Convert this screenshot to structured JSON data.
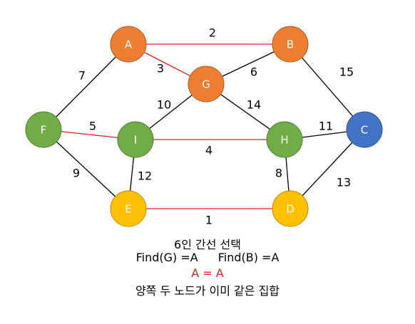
{
  "colors": {
    "orange": "#ED7D31",
    "green": "#70AD47",
    "blue": "#4472C4",
    "yellow": "#FFC000",
    "mst_edge": "#e02020",
    "edge": "#000000"
  },
  "nodes": [
    {
      "id": "A",
      "label": "A",
      "color": "orange"
    },
    {
      "id": "B",
      "label": "B",
      "color": "orange"
    },
    {
      "id": "G",
      "label": "G",
      "color": "orange"
    },
    {
      "id": "F",
      "label": "F",
      "color": "green"
    },
    {
      "id": "I",
      "label": "I",
      "color": "green"
    },
    {
      "id": "H",
      "label": "H",
      "color": "green"
    },
    {
      "id": "C",
      "label": "C",
      "color": "blue"
    },
    {
      "id": "E",
      "label": "E",
      "color": "yellow"
    },
    {
      "id": "D",
      "label": "D",
      "color": "yellow"
    }
  ],
  "edges": [
    {
      "from": "A",
      "to": "B",
      "weight": "2",
      "selected": true
    },
    {
      "from": "A",
      "to": "G",
      "weight": "3",
      "selected": true
    },
    {
      "from": "G",
      "to": "B",
      "weight": "6",
      "selected": false
    },
    {
      "from": "A",
      "to": "F",
      "weight": "7",
      "selected": false
    },
    {
      "from": "B",
      "to": "C",
      "weight": "15",
      "selected": false
    },
    {
      "from": "G",
      "to": "I",
      "weight": "10",
      "selected": false
    },
    {
      "from": "G",
      "to": "H",
      "weight": "14",
      "selected": false
    },
    {
      "from": "F",
      "to": "I",
      "weight": "5",
      "selected": true
    },
    {
      "from": "I",
      "to": "H",
      "weight": "4",
      "selected": true
    },
    {
      "from": "H",
      "to": "C",
      "weight": "11",
      "selected": false
    },
    {
      "from": "F",
      "to": "E",
      "weight": "9",
      "selected": false
    },
    {
      "from": "I",
      "to": "E",
      "weight": "12",
      "selected": false
    },
    {
      "from": "H",
      "to": "D",
      "weight": "8",
      "selected": false
    },
    {
      "from": "C",
      "to": "D",
      "weight": "13",
      "selected": false
    },
    {
      "from": "E",
      "to": "D",
      "weight": "1",
      "selected": true
    }
  ],
  "caption": {
    "line1": "6인 간선 선택",
    "find_g": "Find(G) =A",
    "find_b": "Find(B) =A",
    "compare": "A = A",
    "line4": "양쪽 두 노드가 이미 같은 집합"
  }
}
